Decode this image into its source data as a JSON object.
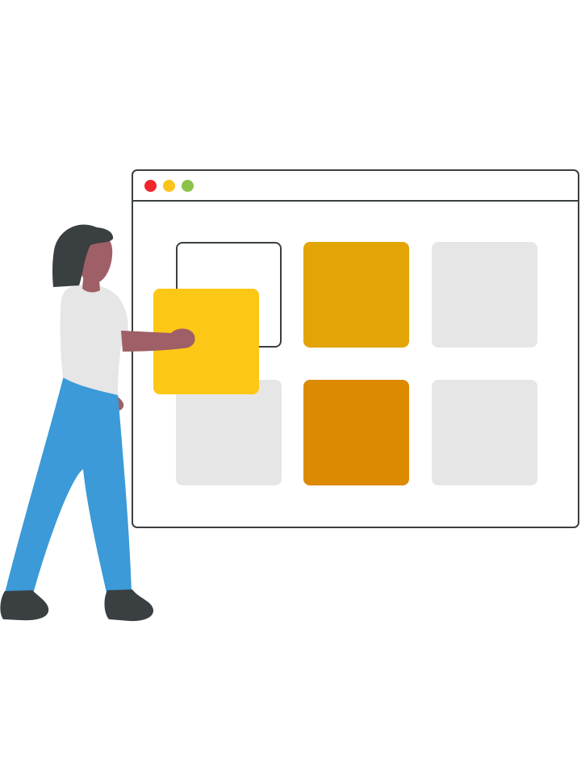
{
  "window_controls": {
    "close": {
      "icon": "close-dot",
      "color": "#f1262b"
    },
    "minimize": {
      "icon": "minimize-dot",
      "color": "#fbc41b"
    },
    "maximize": {
      "icon": "maximize-dot",
      "color": "#8bc34a"
    }
  },
  "grid": {
    "tiles": [
      {
        "slot": "row1-col1",
        "state": "empty-outline"
      },
      {
        "slot": "row1-col2",
        "color": "#e3a406"
      },
      {
        "slot": "row1-col3",
        "color": "#e6e6e6"
      },
      {
        "slot": "row2-col1",
        "color": "#e6e6e6"
      },
      {
        "slot": "row2-col2",
        "color": "#dd8a03"
      },
      {
        "slot": "row2-col3",
        "color": "#e6e6e6"
      }
    ]
  },
  "dragged_tile": {
    "color": "#fdc716"
  },
  "colors": {
    "outline": "#3a3f42",
    "skin": "#9f5f66",
    "hair": "#3a3f42",
    "shirt": "#e6e6e6",
    "pants": "#3b9ad7",
    "shoes": "#3a3f42"
  }
}
